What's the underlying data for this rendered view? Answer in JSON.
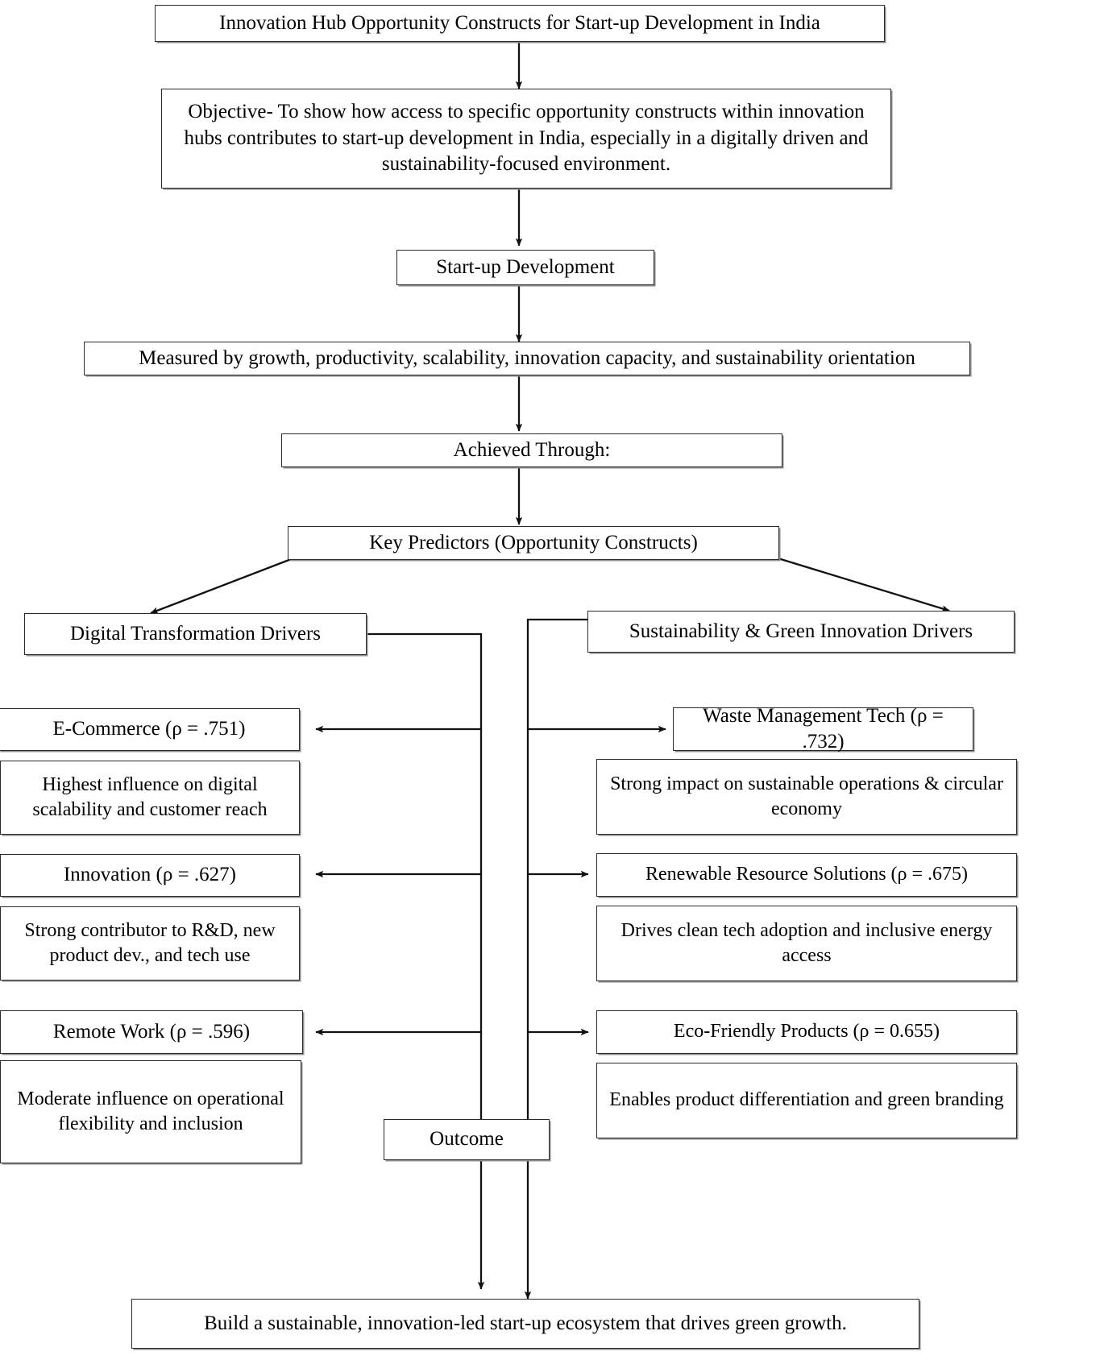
{
  "diagram": {
    "title": "Innovation Hub Opportunity Constructs for Start-up Development in India",
    "objective": "Objective- To show how access to specific opportunity constructs within innovation hubs contributes to start-up development in India, especially in a digitally driven and sustainability-focused environment.",
    "startup_development": "Start-up Development",
    "measured_by": "Measured by growth, productivity, scalability, innovation capacity, and sustainability orientation",
    "achieved_through": "Achieved Through:",
    "key_predictors": "Key Predictors (Opportunity Constructs)",
    "outcome_label": "Outcome",
    "final_outcome": "Build a sustainable, innovation-led start-up ecosystem that drives green growth."
  },
  "branches": {
    "left": {
      "header": "Digital Transformation Drivers",
      "items": [
        {
          "label": "E-Commerce (ρ = .751)",
          "description": "Highest influence on digital scalability and customer reach",
          "rho": 0.751
        },
        {
          "label": "Innovation (ρ = .627)",
          "description": "Strong contributor to R&D, new product dev., and tech use",
          "rho": 0.627
        },
        {
          "label": "Remote Work (ρ = .596)",
          "description": "Moderate influence on operational flexibility and inclusion",
          "rho": 0.596
        }
      ]
    },
    "right": {
      "header": "Sustainability & Green Innovation Drivers",
      "items": [
        {
          "label": "Waste Management Tech (ρ = .732)",
          "description": "Strong impact on sustainable operations & circular economy",
          "rho": 0.732
        },
        {
          "label": "Renewable Resource Solutions (ρ = .675)",
          "description": "Drives clean tech adoption and inclusive energy access",
          "rho": 0.675
        },
        {
          "label": "Eco-Friendly Products (ρ = 0.655)",
          "description": "Enables product differentiation and green branding",
          "rho": 0.655
        }
      ]
    }
  },
  "colors": {
    "border": "#2b2b2b",
    "shadow": "#8d8d8d",
    "background": "#ffffff",
    "text": "#000000",
    "connector": "#111111"
  }
}
